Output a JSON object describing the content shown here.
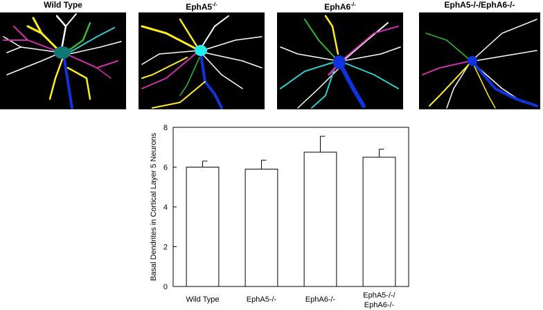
{
  "panels": [
    {
      "title": "Wild Type",
      "sup": ""
    },
    {
      "title": "EphA5",
      "sup": "-/-"
    },
    {
      "title": "EphA6",
      "sup": "-/-"
    },
    {
      "title": "EphA5-/-/EphA6-/-",
      "sup": ""
    }
  ],
  "colors": {
    "yellow": "#ffee22",
    "white": "#ffffff",
    "magenta": "#cc33aa",
    "cyan": "#33cccc",
    "green": "#33bb33",
    "blue": "#1133dd",
    "teal_soma": "#117777",
    "cyan_soma": "#22eeee",
    "bar_fill": "#ffffff",
    "bar_stroke": "#000000"
  },
  "chart_data": {
    "type": "bar",
    "categories": [
      "Wild Type",
      "EphA5-/-",
      "EphA6-/-",
      "EphA5-/-/EphA6-/-"
    ],
    "values": [
      6.0,
      5.9,
      6.75,
      6.5
    ],
    "errors": [
      0.3,
      0.45,
      0.8,
      0.4
    ],
    "ylabel": "Basal Dendrites in Cortical Layer 5 Neurons",
    "ylim": [
      0,
      8
    ],
    "yticks": [
      "0",
      "2",
      "4",
      "6",
      "8"
    ],
    "grid": false
  }
}
